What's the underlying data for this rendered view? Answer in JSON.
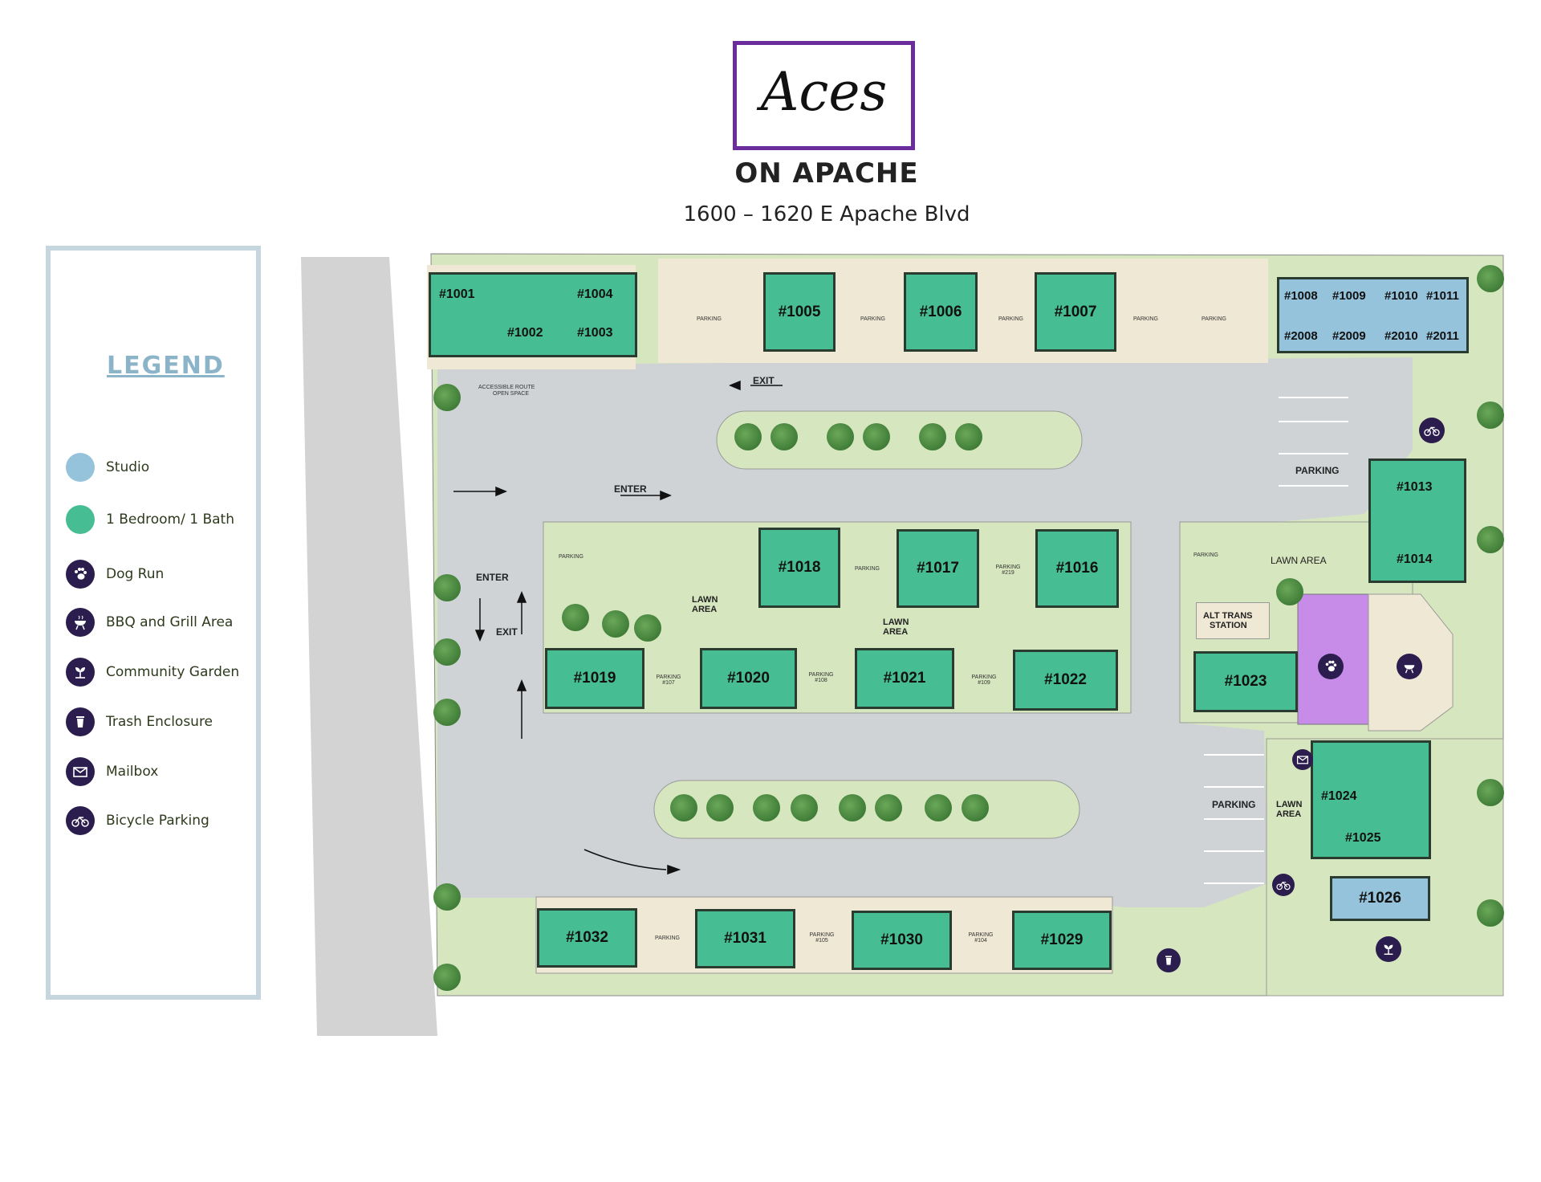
{
  "header": {
    "logo_text": "Aces",
    "subtitle": "ON APACHE",
    "address": "1600 – 1620 E Apache Blvd"
  },
  "legend": {
    "title": "LEGEND",
    "items": [
      {
        "label": "Studio",
        "icon": "studio-swatch",
        "color": "#94c3db"
      },
      {
        "label": "1 Bedroom/ 1 Bath",
        "icon": "one-bedroom-swatch",
        "color": "#46bd93"
      },
      {
        "label": "Dog Run",
        "icon": "paw-icon",
        "color": "#2b1d4d"
      },
      {
        "label": "BBQ and Grill Area",
        "icon": "grill-icon",
        "color": "#2b1d4d"
      },
      {
        "label": "Community Garden",
        "icon": "sprout-icon",
        "color": "#2b1d4d"
      },
      {
        "label": "Trash Enclosure",
        "icon": "trash-icon",
        "color": "#2b1d4d"
      },
      {
        "label": "Mailbox",
        "icon": "envelope-icon",
        "color": "#2b1d4d"
      },
      {
        "label": "Bicycle Parking",
        "icon": "bicycle-icon",
        "color": "#2b1d4d"
      }
    ]
  },
  "units": {
    "u1001": "#1001",
    "u1002": "#1002",
    "u1003": "#1003",
    "u1004": "#1004",
    "u1005": "#1005",
    "u1006": "#1006",
    "u1007": "#1007",
    "u1008": "#1008",
    "u1009": "#1009",
    "u1010": "#1010",
    "u1011": "#1011",
    "u2008": "#2008",
    "u2009": "#2009",
    "u2010": "#2010",
    "u2011": "#2011",
    "u1013": "#1013",
    "u1014": "#1014",
    "u1016": "#1016",
    "u1017": "#1017",
    "u1018": "#1018",
    "u1019": "#1019",
    "u1020": "#1020",
    "u1021": "#1021",
    "u1022": "#1022",
    "u1023": "#1023",
    "u1024": "#1024",
    "u1025": "#1025",
    "u1026": "#1026",
    "u1029": "#1029",
    "u1030": "#1030",
    "u1031": "#1031",
    "u1032": "#1032"
  },
  "labels": {
    "parking": "PARKING",
    "parking_107": "PARKING #107",
    "parking_108": "PARKING #108",
    "parking_109": "PARKING #109",
    "parking_219": "PARKING #219",
    "parking_105": "PARKING #105",
    "parking_104": "PARKING #104",
    "lawn_area": "LAWN AREA",
    "lawn": "LAWN",
    "area": "AREA",
    "enter": "ENTER",
    "exit": "EXIT",
    "accessible_route_1": "ACCESSIBLE ROUTE",
    "accessible_route_2": "OPEN SPACE",
    "alt_trans_1": "ALT TRANS",
    "alt_trans_2": "STATION"
  },
  "colors": {
    "one_bedroom": "#46bd93",
    "studio": "#94c3db",
    "dog_run": "#c68ce8",
    "icon_bg": "#2b1d4d",
    "logo_border": "#6a2d9b"
  }
}
